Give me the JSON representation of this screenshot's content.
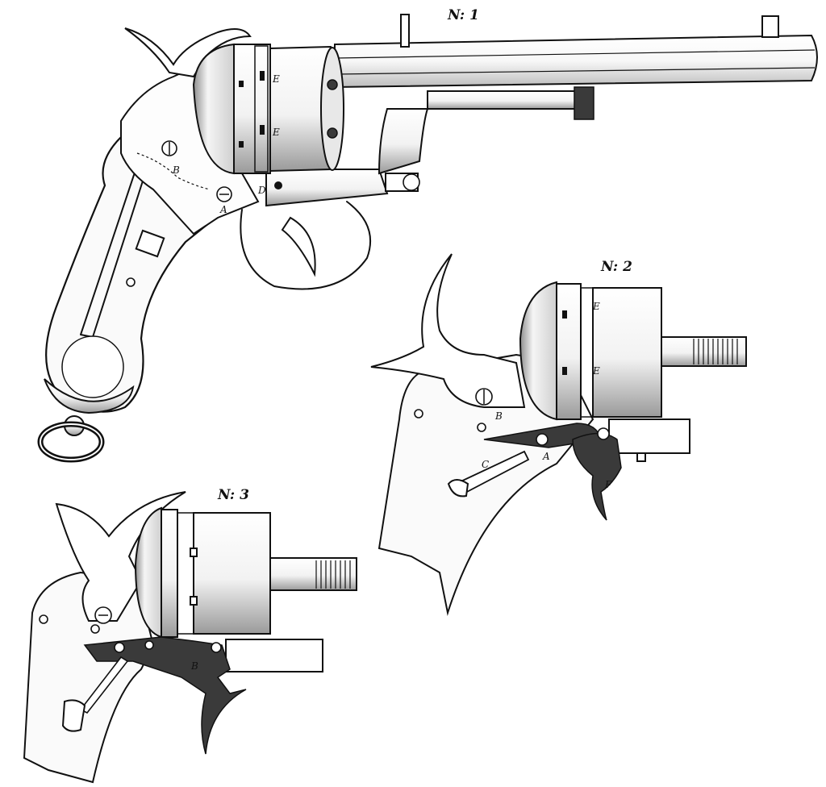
{
  "plate": {
    "figures": [
      {
        "title": "N: 1",
        "labels": {
          "E1": "E",
          "E2": "E",
          "A": "A",
          "B": "B",
          "D": "D"
        }
      },
      {
        "title": "N: 2",
        "labels": {
          "E1": "E",
          "E2": "E",
          "A": "A",
          "B": "B",
          "C": "C",
          "F": "F"
        }
      },
      {
        "title": "N: 3",
        "labels": {
          "B": "B"
        }
      }
    ]
  }
}
